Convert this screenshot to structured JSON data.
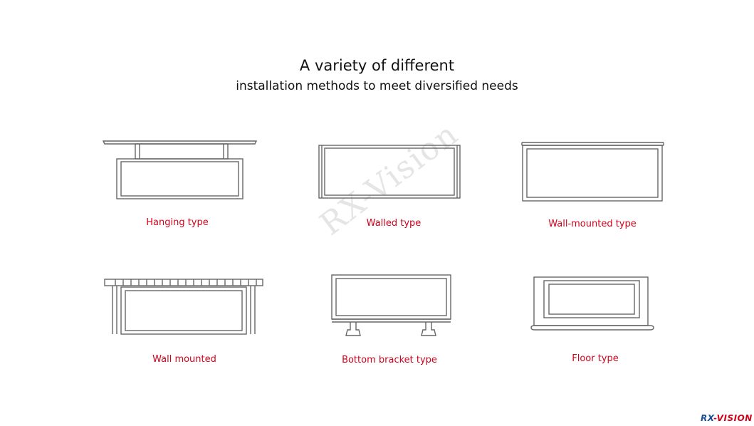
{
  "header": {
    "title": "A variety of different",
    "subtitle": "installation methods to meet diversified needs"
  },
  "items": [
    {
      "label": "Hanging type",
      "icon": "hanging-display-icon"
    },
    {
      "label": "Walled type",
      "icon": "walled-display-icon"
    },
    {
      "label": "Wall-mounted type",
      "icon": "wall-mounted-display-icon"
    },
    {
      "label": "Wall mounted",
      "icon": "wall-mounted-bracket-display-icon"
    },
    {
      "label": "Bottom bracket type",
      "icon": "bottom-bracket-display-icon"
    },
    {
      "label": "Floor type",
      "icon": "floor-display-icon"
    }
  ],
  "watermark": "RX-Vision",
  "logo": {
    "text_main": "RX",
    "text_accent": "-VISION"
  },
  "colors": {
    "label": "#d0021b",
    "line": "#666666",
    "text": "#111111",
    "logo": "#1b4f9c"
  }
}
